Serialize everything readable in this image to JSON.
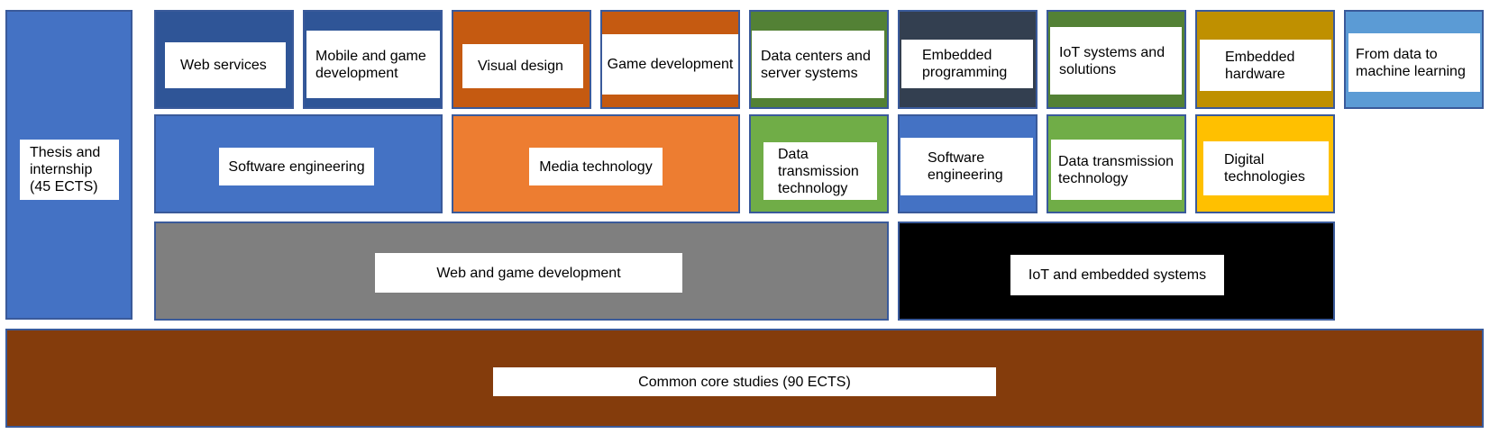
{
  "colors": {
    "thesis": "#4472C4",
    "web_services": "#2F5597",
    "mobile_game": "#2F5597",
    "visual_design": "#C55A11",
    "game_dev": "#C55A11",
    "data_centers": "#538135",
    "embedded_prog": "#333F50",
    "iot_systems": "#538135",
    "embedded_hw": "#BF9000",
    "data_ml": "#5B9BD5",
    "software_eng_1": "#4472C4",
    "media_tech": "#ED7D31",
    "data_trans_1": "#70AD47",
    "software_eng_2": "#4472C4",
    "data_trans_2": "#70AD47",
    "digital_tech": "#FFC000",
    "web_game": "#7F7F7F",
    "iot_embedded": "#000000",
    "common_core": "#843C0C"
  },
  "thesis": {
    "label": "Thesis and internship (45 ECTS)"
  },
  "row1": {
    "web_services": "Web services",
    "mobile_game": "Mobile and game development",
    "visual_design": "Visual design",
    "game_dev": "Game development",
    "data_centers": "Data centers and server systems",
    "embedded_prog": "Embedded programming",
    "iot_systems": "IoT systems and solutions",
    "embedded_hw": "Embedded hardware",
    "data_ml": "From data to machine learning"
  },
  "row2": {
    "software_eng_1": "Software engineering",
    "media_tech": "Media technology",
    "data_trans_1": "Data transmission technology",
    "software_eng_2": "Software engineering",
    "data_trans_2": "Data transmission technology",
    "digital_tech": "Digital technologies"
  },
  "row3": {
    "web_game": "Web and game development",
    "iot_embedded": "IoT and embedded systems"
  },
  "core": {
    "label": "Common core studies (90 ECTS)"
  }
}
